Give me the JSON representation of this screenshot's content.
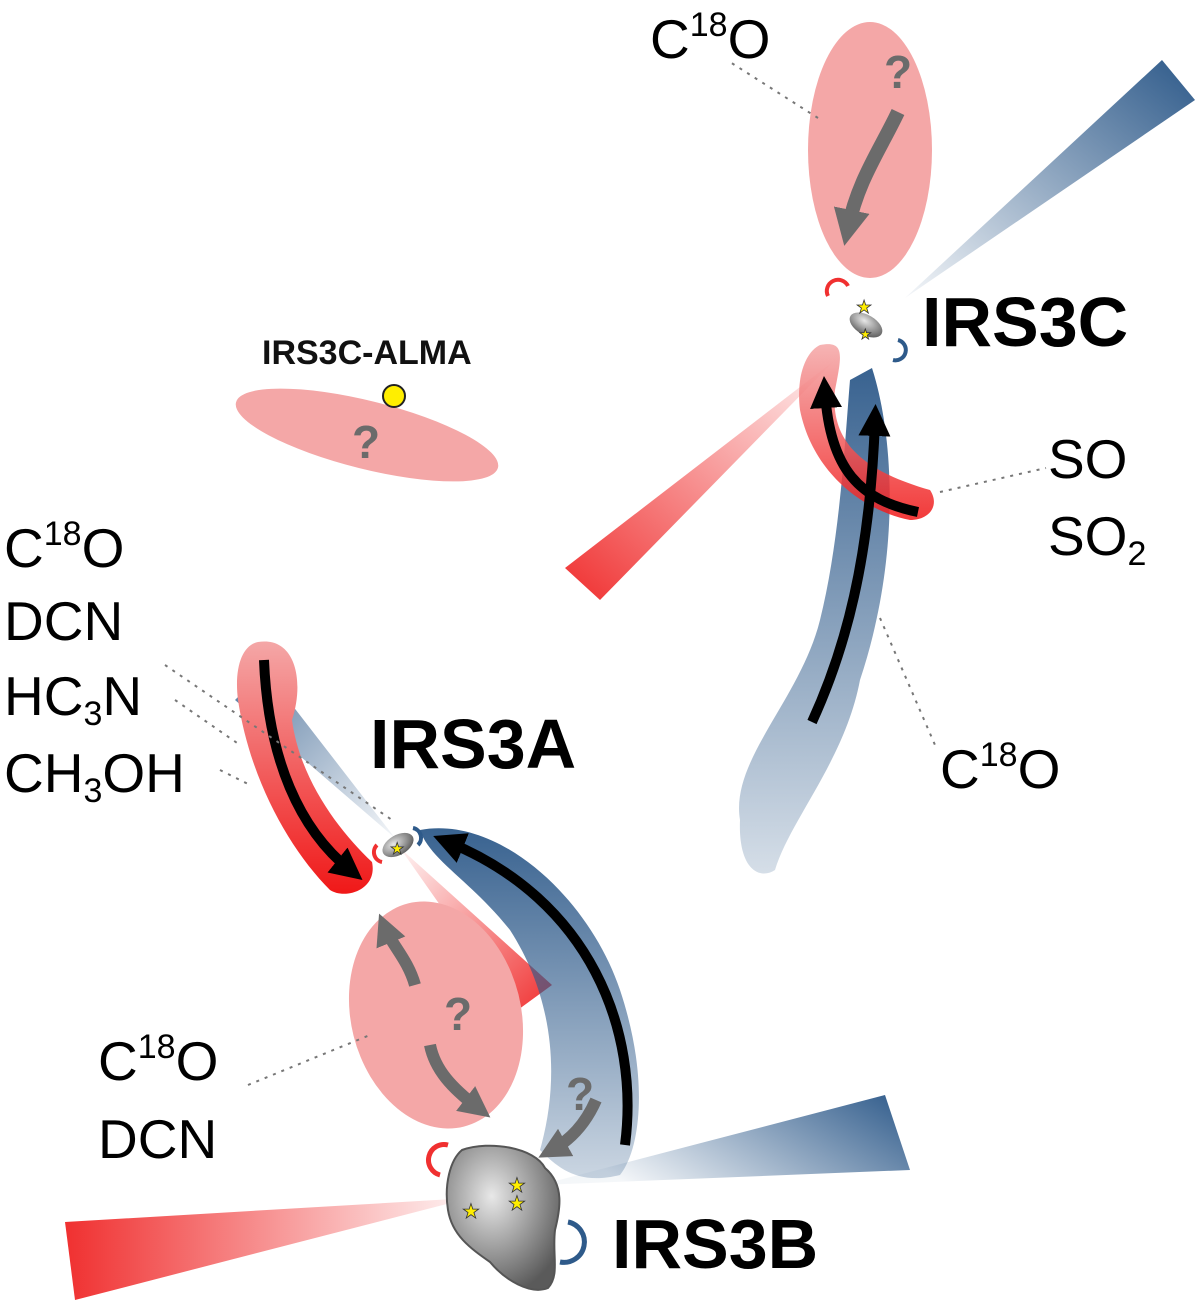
{
  "sources": {
    "irs3a": "IRS3A",
    "irs3b": "IRS3B",
    "irs3c": "IRS3C",
    "irs3c_alma": "IRS3C-ALMA"
  },
  "unknown_mark": "?",
  "tracers": {
    "irs3c_top": {
      "pre": "C",
      "sup": "18",
      "post": "O"
    },
    "irs3c_so": "SO",
    "irs3c_so2": {
      "pre": "SO",
      "sub": "2"
    },
    "irs3c_bottom": {
      "pre": "C",
      "sup": "18",
      "post": "O"
    },
    "irs3a_c18o": {
      "pre": "C",
      "sup": "18",
      "post": "O"
    },
    "irs3a_dcn": "DCN",
    "irs3a_hc3n": {
      "pre": "HC",
      "sub": "3",
      "post": "N"
    },
    "irs3a_ch3oh": {
      "pre": "CH",
      "sub": "3",
      "post": "OH"
    },
    "bridge_c18o": {
      "pre": "C",
      "sup": "18",
      "post": "O"
    },
    "bridge_dcn": "DCN"
  },
  "colors": {
    "redshifted": "#f03030",
    "blueshifted": "#2e5a8a",
    "pink_region": "#f4a7a7",
    "flow_arrow": "#000000",
    "uncertain_arrow": "#6b6b6b",
    "star": "#ffee00"
  },
  "icons": [
    "star-icon",
    "rotation-arrow-icon",
    "question-mark-icon"
  ]
}
